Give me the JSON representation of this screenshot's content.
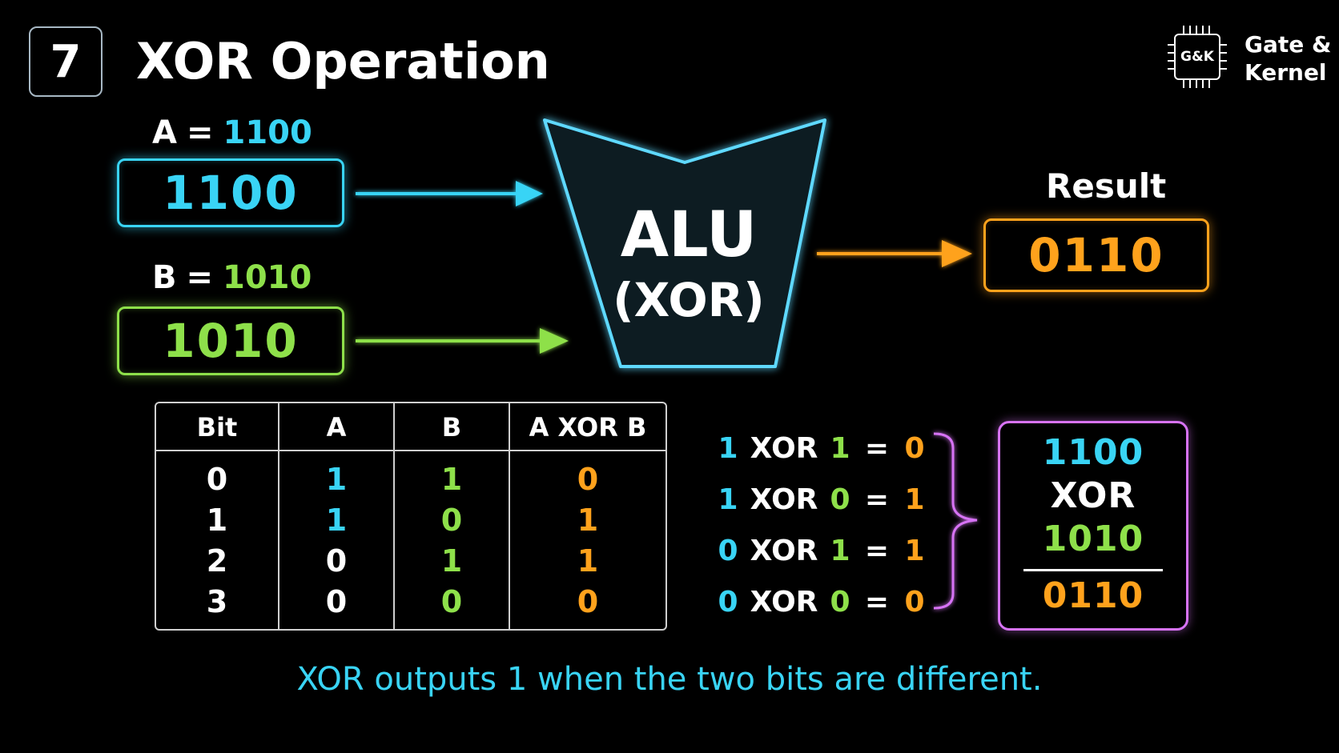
{
  "header": {
    "step_number": "7",
    "title": "XOR Operation"
  },
  "logo": {
    "chip_text": "G&K",
    "line1": "Gate &",
    "line2": "Kernel"
  },
  "inputs": {
    "a": {
      "name": "A",
      "equals": "=",
      "label_value": "1100",
      "box_value": "1100"
    },
    "b": {
      "name": "B",
      "equals": "=",
      "label_value": "1010",
      "box_value": "1010"
    }
  },
  "alu": {
    "main": "ALU",
    "sub": "(XOR)"
  },
  "result": {
    "label": "Result",
    "value": "0110"
  },
  "truth_table": {
    "headers": [
      "Bit",
      "A",
      "B",
      "A XOR B"
    ],
    "rows": [
      [
        "0",
        "1",
        "1",
        "0"
      ],
      [
        "1",
        "1",
        "0",
        "1"
      ],
      [
        "2",
        "0",
        "1",
        "1"
      ],
      [
        "3",
        "0",
        "0",
        "0"
      ]
    ]
  },
  "equations": [
    {
      "a": "1",
      "op": "XOR",
      "b": "1",
      "eq": "=",
      "r": "0"
    },
    {
      "a": "1",
      "op": "XOR",
      "b": "0",
      "eq": "=",
      "r": "1"
    },
    {
      "a": "0",
      "op": "XOR",
      "b": "1",
      "eq": "=",
      "r": "1"
    },
    {
      "a": "0",
      "op": "XOR",
      "b": "0",
      "eq": "=",
      "r": "0"
    }
  ],
  "summary": {
    "a": "1100",
    "op": "XOR",
    "b": "1010",
    "result": "0110"
  },
  "caption": "XOR outputs 1 when the two bits are different.",
  "colors": {
    "a": "#39d4f5",
    "b": "#8ee04a",
    "result": "#ffa21c",
    "summary_border": "#d773f5",
    "background": "#000000"
  }
}
